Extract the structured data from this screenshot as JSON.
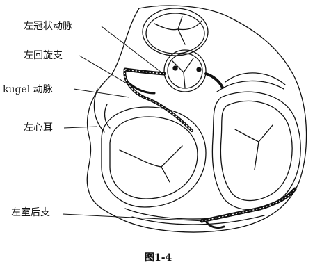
{
  "labels": {
    "left_coronary_artery": "左冠状动脉",
    "left_circumflex": "左回旋支",
    "kugel_artery": "kugel 动脉",
    "left_auricle": "左心耳",
    "posterior_lv_branch": "左室后支"
  },
  "caption": "图1-4"
}
